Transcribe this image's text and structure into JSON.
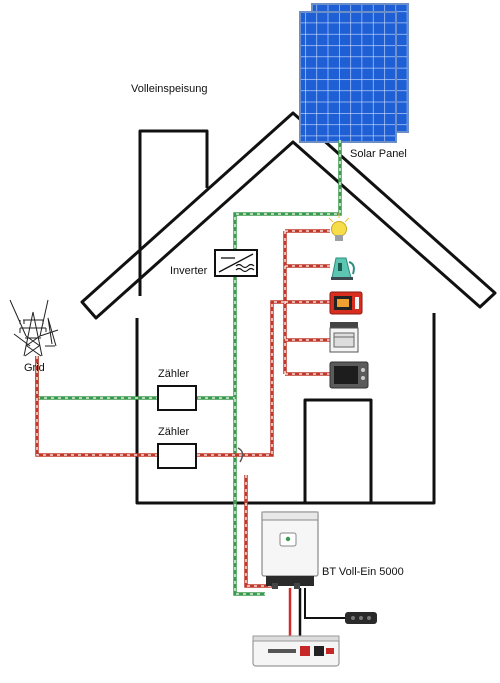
{
  "labels": {
    "title": "Volleinspeisung",
    "solar_panel": "Solar Panel",
    "inverter": "Inverter",
    "grid": "Grid",
    "meter_1": "Zähler",
    "meter_2": "Zähler",
    "device": "BT Voll-Ein 5000"
  },
  "colors": {
    "ac_line": "#c0392b",
    "pv_line": "#3b9a4e",
    "line_gap": "#ffffff",
    "house_outline": "#111111",
    "panel_blue": "#1f5fd6"
  },
  "icons": [
    "solar-panel-icon",
    "inverter-icon",
    "power-tower-icon",
    "meter-icon",
    "bulb-icon",
    "kettle-icon",
    "microwave-icon",
    "stove-icon",
    "tv-icon",
    "hybrid-inverter-icon",
    "battery-icon",
    "socket-strip-icon"
  ]
}
